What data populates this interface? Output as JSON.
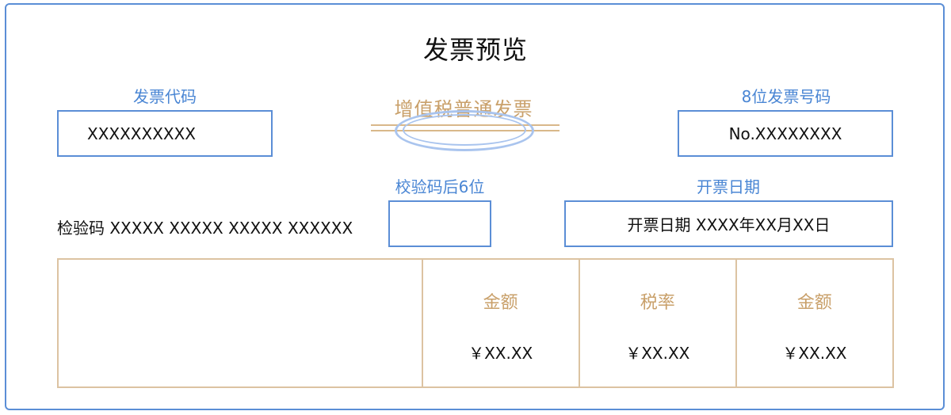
{
  "page": {
    "title": "发票预览"
  },
  "invoice_code": {
    "label": "发票代码",
    "value": "XXXXXXXXXX"
  },
  "invoice_type": {
    "text": "增值税普通发票"
  },
  "invoice_number": {
    "label": "8位发票号码",
    "value": "No.XXXXXXXX"
  },
  "check_code": {
    "text": "检验码 XXXXX XXXXX XXXXX XXXXXX"
  },
  "check_last6": {
    "label": "校验码后6位",
    "value": ""
  },
  "issue_date": {
    "label": "开票日期",
    "value": "开票日期 XXXX年XX月XX日"
  },
  "amounts": [
    {
      "header": "金额",
      "value": "￥XX.XX"
    },
    {
      "header": "税率",
      "value": "￥XX.XX"
    },
    {
      "header": "金额",
      "value": "￥XX.XX"
    }
  ],
  "colors": {
    "frame_border": "#5b8ed6",
    "label_blue": "#4a86d4",
    "accent_gold": "#c9a06a",
    "table_border": "#dcc3a2",
    "seal_blue": "#a9c4ee"
  }
}
